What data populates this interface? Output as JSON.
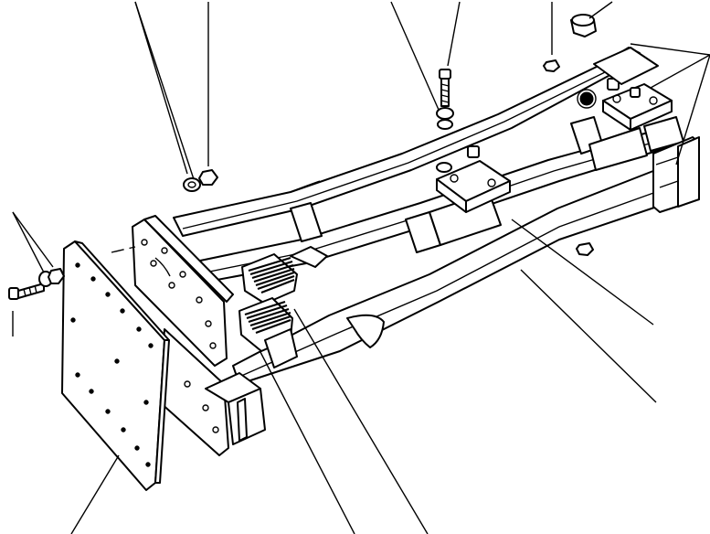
{
  "diagram": {
    "kind": "exploded-parts-view",
    "subject": "frame",
    "line_color": "#000000",
    "background": "#ffffff",
    "callout_leaders": [
      "leader-top-left-a",
      "leader-top-left-b",
      "leader-top-left-c",
      "leader-top-mid-a",
      "leader-top-mid-b",
      "leader-top-right-a",
      "leader-top-right-b",
      "leader-right-a",
      "leader-right-b",
      "leader-right-c",
      "leader-left-a",
      "leader-left-b",
      "leader-bottom-a",
      "leader-bottom-b",
      "leader-bottom-c"
    ]
  }
}
